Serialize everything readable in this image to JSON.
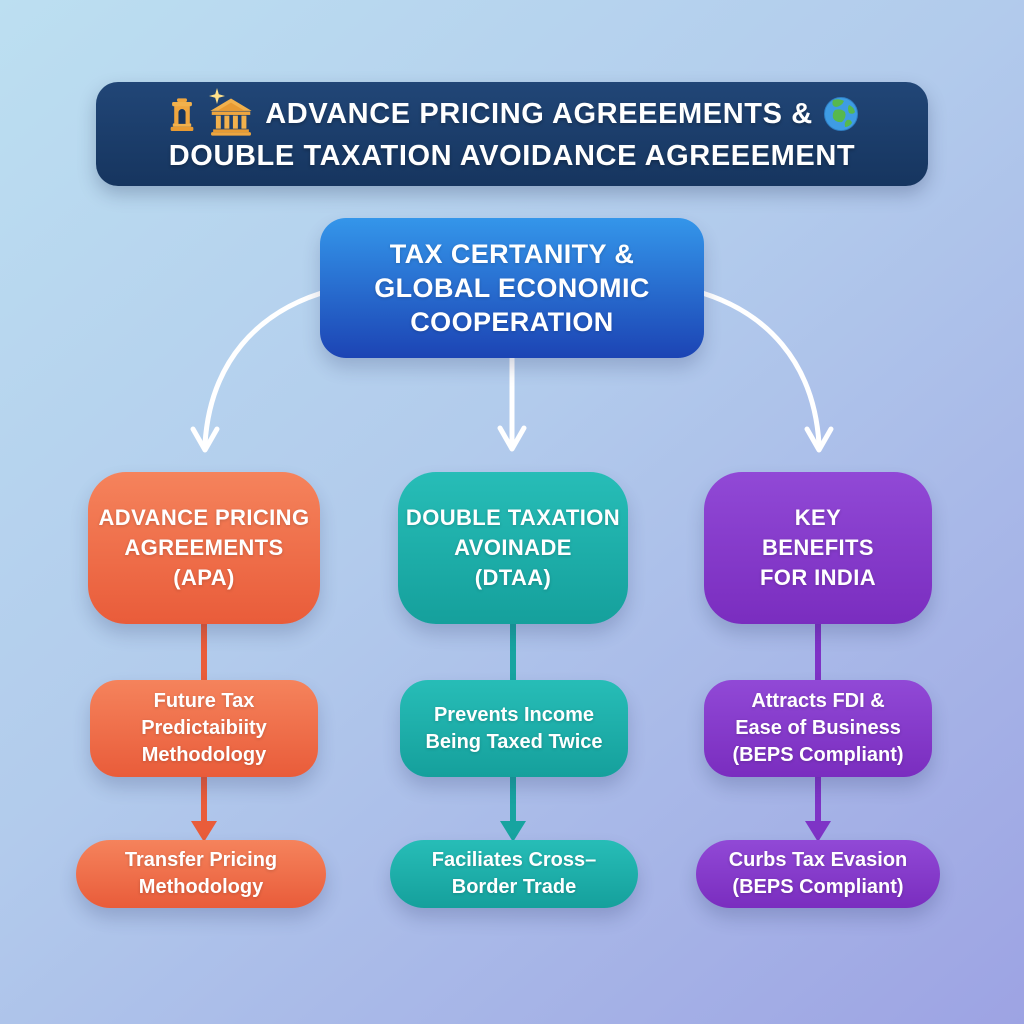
{
  "header": {
    "title_line1": "ADVANCE PRICING AGREEEMENTS &",
    "title_line2": "DOUBLE TAXATION AVOIDANCE AGREEEMENT",
    "icons": [
      "monument-icon",
      "bank-icon",
      "sparkle-icon",
      "globe-icon"
    ],
    "bg_color": "#1B3A68",
    "text_color": "#FFFFFF"
  },
  "root_node": {
    "label": "TAX CERTANITY &\nGLOBAL ECONOMIC\nCOOPERATION",
    "color_top": "#3496EA",
    "color_bottom": "#1C44B4"
  },
  "connectors": {
    "trunk_color": "#FFFFFF",
    "style": "curved arrows from root to three column headers, straight colored arrows within columns"
  },
  "columns": [
    {
      "id": "apa",
      "accent_top": "#F5835C",
      "accent_bottom": "#E95C3A",
      "header_label": "ADVANCE PRICING\nAGREEMENTS\n(APA)",
      "child1_label": "Future Tax\nPredictaibiity\nMethodology",
      "child2_label": "Transfer Pricing\nMethodology"
    },
    {
      "id": "dtaa",
      "accent_top": "#27BDB7",
      "accent_bottom": "#15A09C",
      "header_label": "DOUBLE TAXATION\nAVOINADE\n(DTAA)",
      "child1_label": "Prevents Income\nBeing Taxed Twice",
      "child2_label": "Faciliates Cross–\nBorder Trade"
    },
    {
      "id": "benefits",
      "accent_top": "#9149D6",
      "accent_bottom": "#7A2DBF",
      "header_label": "KEY\nBENEFITS\nFOR INDIA",
      "child1_label": "Attracts FDI &\nEase of Business\n(BEPS Compliant)",
      "child2_label": "Curbs Tax Evasion\n(BEPS Compliant)"
    }
  ],
  "background": {
    "top_left": "#BCDFF1",
    "bottom_right": "#9DA3E3"
  }
}
